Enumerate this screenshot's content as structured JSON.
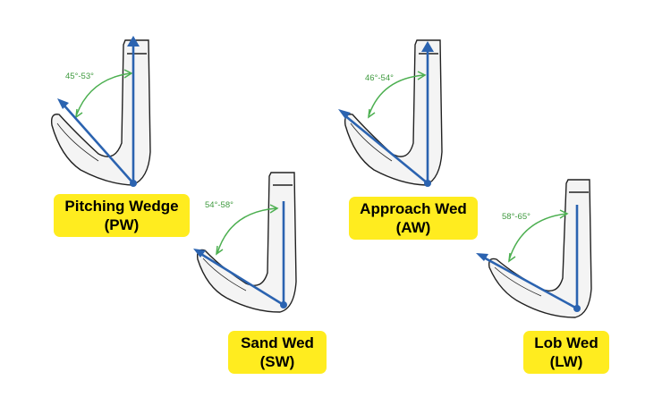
{
  "colors": {
    "label_bg": "#ffec1f",
    "arrow": "#2b63b0",
    "angle_arc": "#4caf50",
    "sketch": "#222222"
  },
  "wedges": [
    {
      "name": "Pitching Wedge",
      "abbr": "(PW)",
      "angle": "45°-53°",
      "loft_min": 45,
      "loft_max": 53
    },
    {
      "name": "Sand Wed",
      "abbr": "(SW)",
      "angle": "54°-58°",
      "loft_min": 54,
      "loft_max": 58
    },
    {
      "name": "Approach Wed",
      "abbr": "(AW)",
      "angle": "46°-54°",
      "loft_min": 46,
      "loft_max": 54
    },
    {
      "name": "Lob Wed",
      "abbr": "(LW)",
      "angle": "58°-65°",
      "loft_min": 58,
      "loft_max": 65
    }
  ]
}
